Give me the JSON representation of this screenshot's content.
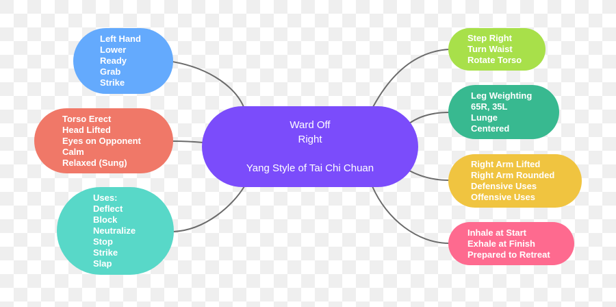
{
  "diagram": {
    "type": "mind-map",
    "center": {
      "title_line1": "Ward Off",
      "title_line2": "Right",
      "subtitle": "Yang Style of Tai Chi Chuan",
      "color": "#7b4cfb"
    },
    "nodes": [
      {
        "id": "left-hand",
        "side": "left",
        "color": "#64aafd",
        "lines": [
          "Left Hand",
          "Lower",
          "Ready",
          "Grab",
          "Strike"
        ]
      },
      {
        "id": "torso",
        "side": "left",
        "color": "#f07868",
        "lines": [
          "Torso Erect",
          "Head Lifted",
          "Eyes on Opponent",
          "Calm",
          "Relaxed (Sung)"
        ]
      },
      {
        "id": "uses",
        "side": "left",
        "color": "#58d8c8",
        "lines": [
          "Uses:",
          "Deflect",
          "Block",
          "Neutralize",
          "Stop",
          "Strike",
          "Slap"
        ]
      },
      {
        "id": "step",
        "side": "right",
        "color": "#a8e04a",
        "lines": [
          "Step Right",
          "Turn Waist",
          "Rotate Torso"
        ]
      },
      {
        "id": "leg-weighting",
        "side": "right",
        "color": "#38b990",
        "lines": [
          "Leg Weighting",
          "65R, 35L",
          "Lunge",
          "Centered"
        ]
      },
      {
        "id": "right-arm",
        "side": "right",
        "color": "#f0c440",
        "lines": [
          "Right Arm Lifted",
          "Right Arm Rounded",
          "Defensive Uses",
          "Offensive Uses"
        ]
      },
      {
        "id": "breath",
        "side": "right",
        "color": "#fe6a8f",
        "lines": [
          "Inhale at Start",
          "Exhale at Finish",
          "Prepared to Retreat"
        ]
      }
    ],
    "connector_color": "#6b6b6b"
  }
}
